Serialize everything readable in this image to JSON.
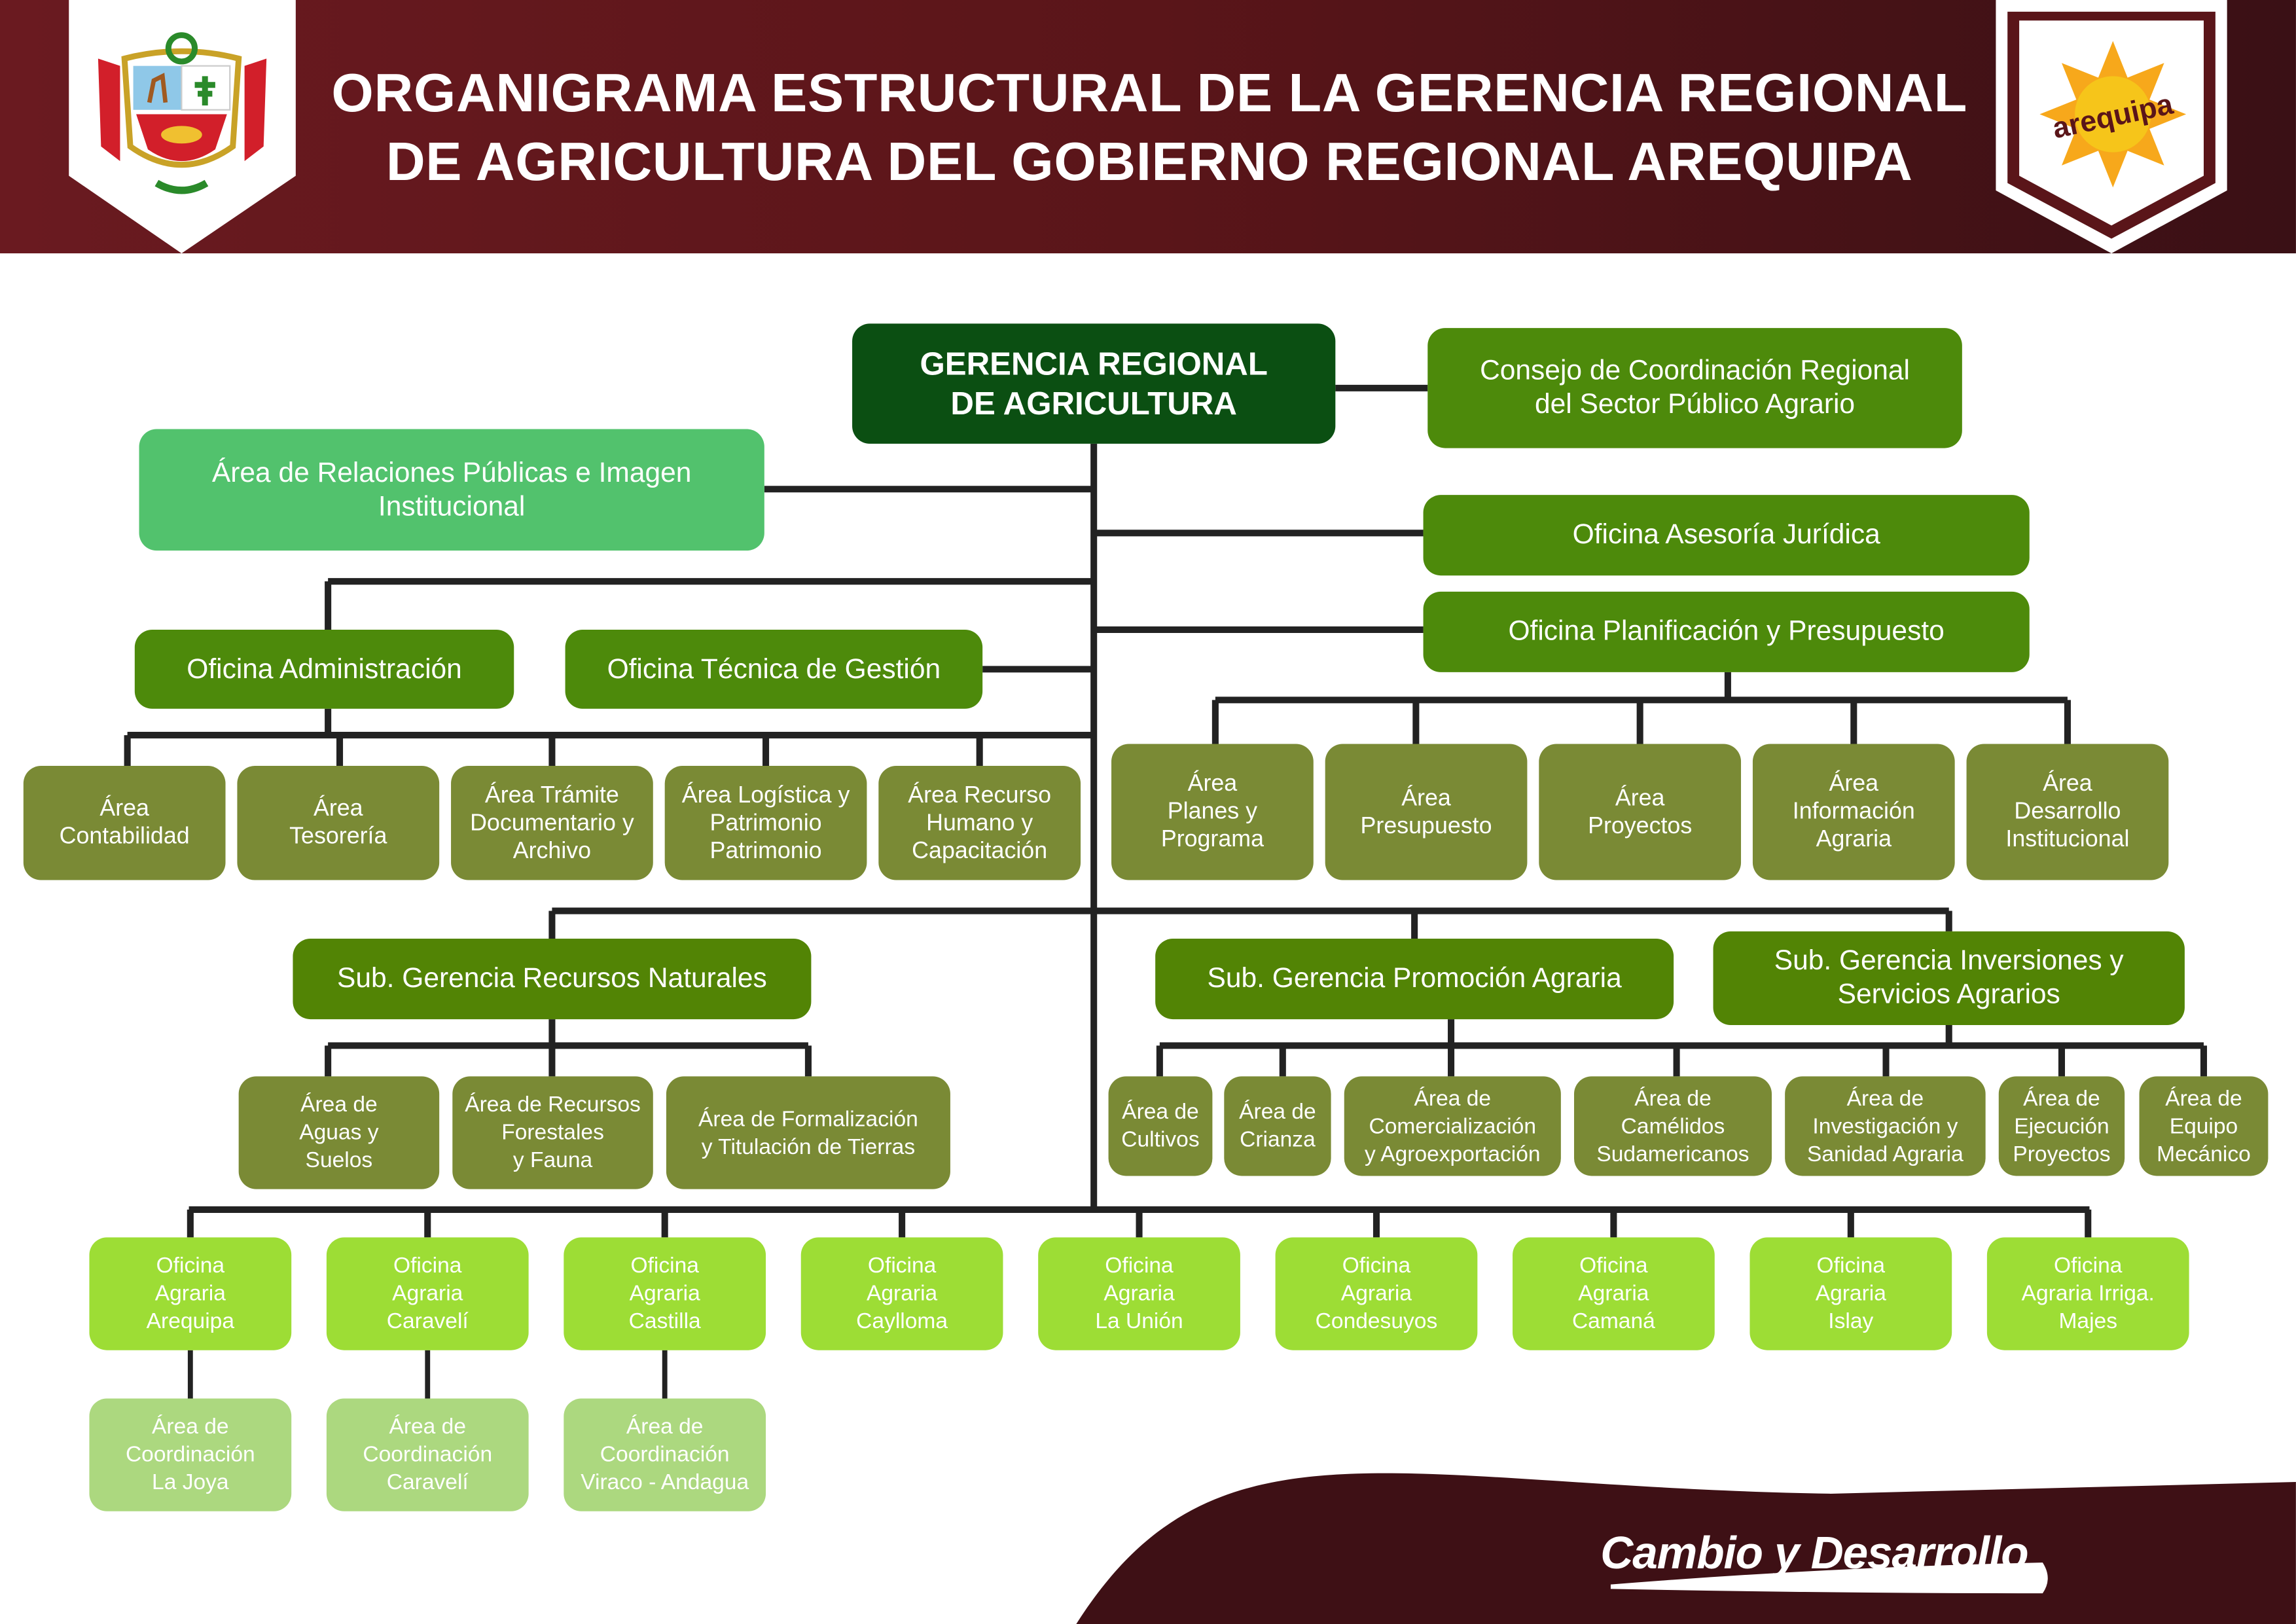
{
  "header": {
    "title_line1": "ORGANIGRAMA ESTRUCTURAL DE LA GERENCIA REGIONAL",
    "title_line2": "DE AGRICULTURA DEL GOBIERNO REGIONAL AREQUIPA",
    "left_logo": "peru-coat-of-arms",
    "right_logo_text": "AREQUIPA"
  },
  "colors": {
    "header": "#5a1519",
    "top_node": "#0b4f12",
    "office": "#4d8a0b",
    "public_relations": "#52c26d",
    "area": "#7a8a35",
    "agrarian_office": "#9ddd35",
    "coordination": "#acd87f",
    "lines": "#222222"
  },
  "org": {
    "gerencia": "GERENCIA REGIONAL\nDE AGRICULTURA",
    "consejo": "Consejo de Coordinación Regional\ndel Sector Público Agrario",
    "relaciones": "Área de Relaciones Públicas e Imagen\nInstitucional",
    "asesoria": "Oficina Asesoría Jurídica",
    "planificacion": "Oficina Planificación y Presupuesto",
    "administracion": "Oficina Administración",
    "tecnica": "Oficina Técnica de Gestión",
    "admin_areas": [
      "Área\nContabilidad",
      "Área\nTesorería",
      "Área Trámite\nDocumentario y\nArchivo",
      "Área Logística y\nPatrimonio\nPatrimonio",
      "Área Recurso\nHumano y\nCapacitación"
    ],
    "plan_areas": [
      "Área\nPlanes y\nPrograma",
      "Área\nPresupuesto",
      "Área\nProyectos",
      "Área\nInformación\nAgraria",
      "Área\nDesarrollo\nInstitucional"
    ],
    "sub_recursos": "Sub. Gerencia Recursos Naturales",
    "sub_promocion": "Sub. Gerencia Promoción Agraria",
    "sub_inversiones": "Sub. Gerencia Inversiones y\nServicios Agrarios",
    "recursos_areas": [
      "Área de\nAguas y\nSuelos",
      "Área de Recursos\nForestales\ny Fauna",
      "Área de Formalización\ny Titulación de Tierras"
    ],
    "promo_areas": [
      "Área de\nCultivos",
      "Área de\nCrianza",
      "Área de\nComercialización\ny Agroexportación",
      "Área de\nCamélidos\nSudamericanos",
      "Área de\nInvestigación y\nSanidad Agraria",
      "Área de\nEjecución\nProyectos",
      "Área de\nEquipo\nMecánico"
    ],
    "oficinas_agrarias": [
      "Oficina\nAgraria\nArequipa",
      "Oficina\nAgraria\nCaravelí",
      "Oficina\nAgraria\nCastilla",
      "Oficina\nAgraria\nCaylloma",
      "Oficina\nAgraria\nLa Unión",
      "Oficina\nAgraria\nCondesuyos",
      "Oficina\nAgraria\nCamaná",
      "Oficina\nAgraria\nIslay",
      "Oficina\nAgraria Irriga.\nMajes"
    ],
    "coordinacion": [
      "Área de\nCoordinación\nLa Joya",
      "Área de\nCoordinación\nCaravelí",
      "Área de\nCoordinación\nViraco - Andagua"
    ]
  },
  "footer": {
    "tagline": "Cambio y Desarrollo"
  }
}
